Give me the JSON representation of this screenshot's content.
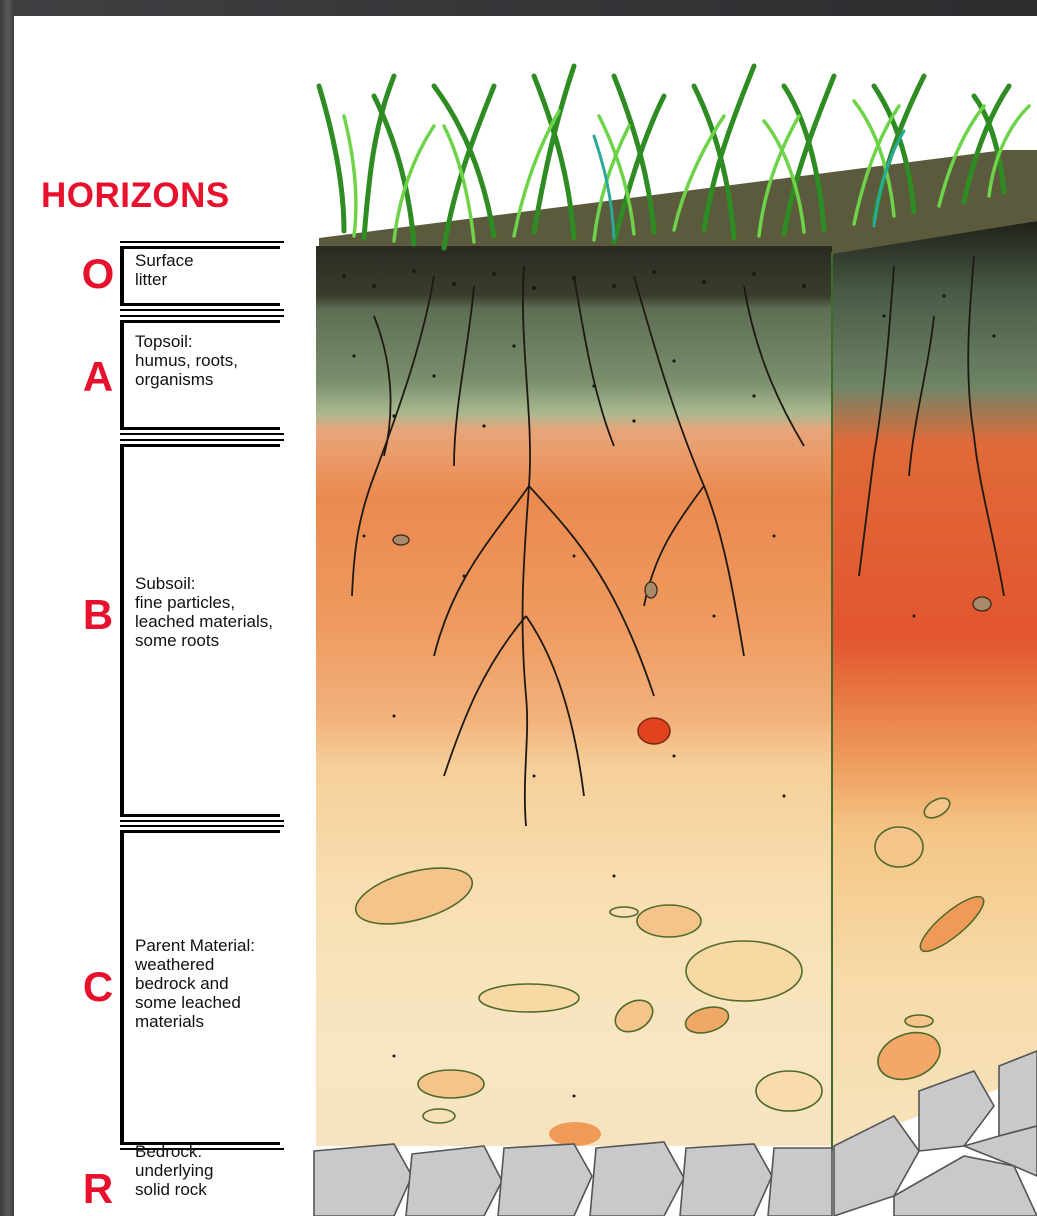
{
  "title": "HORIZONS",
  "horizons": [
    {
      "letter": "O",
      "lines": [
        "Surface",
        "litter"
      ]
    },
    {
      "letter": "A",
      "lines": [
        "Topsoil:",
        "humus, roots,",
        "organisms"
      ]
    },
    {
      "letter": "B",
      "lines": [
        "Subsoil:",
        "fine particles,",
        "leached materials,",
        "some roots"
      ]
    },
    {
      "letter": "C",
      "lines": [
        "Parent Material:",
        "weathered",
        "bedrock and",
        "some leached",
        "materials"
      ]
    },
    {
      "letter": "R",
      "lines": [
        "Bedrock:",
        "underlying",
        "solid rock"
      ]
    }
  ],
  "colors": {
    "title": "#e8112d",
    "grass": "#3fae2a",
    "surface": "#5b5a3c",
    "o_horizon": "#2b2a22",
    "a_horizon": "#6f8566",
    "b_horizon": "#e8884a",
    "c_horizon": "#f7d9a6",
    "bedrock": "#c9c9cb"
  },
  "icons": [
    "grass-illustration",
    "soil-profile-block",
    "root-illustration",
    "rock-illustration"
  ]
}
